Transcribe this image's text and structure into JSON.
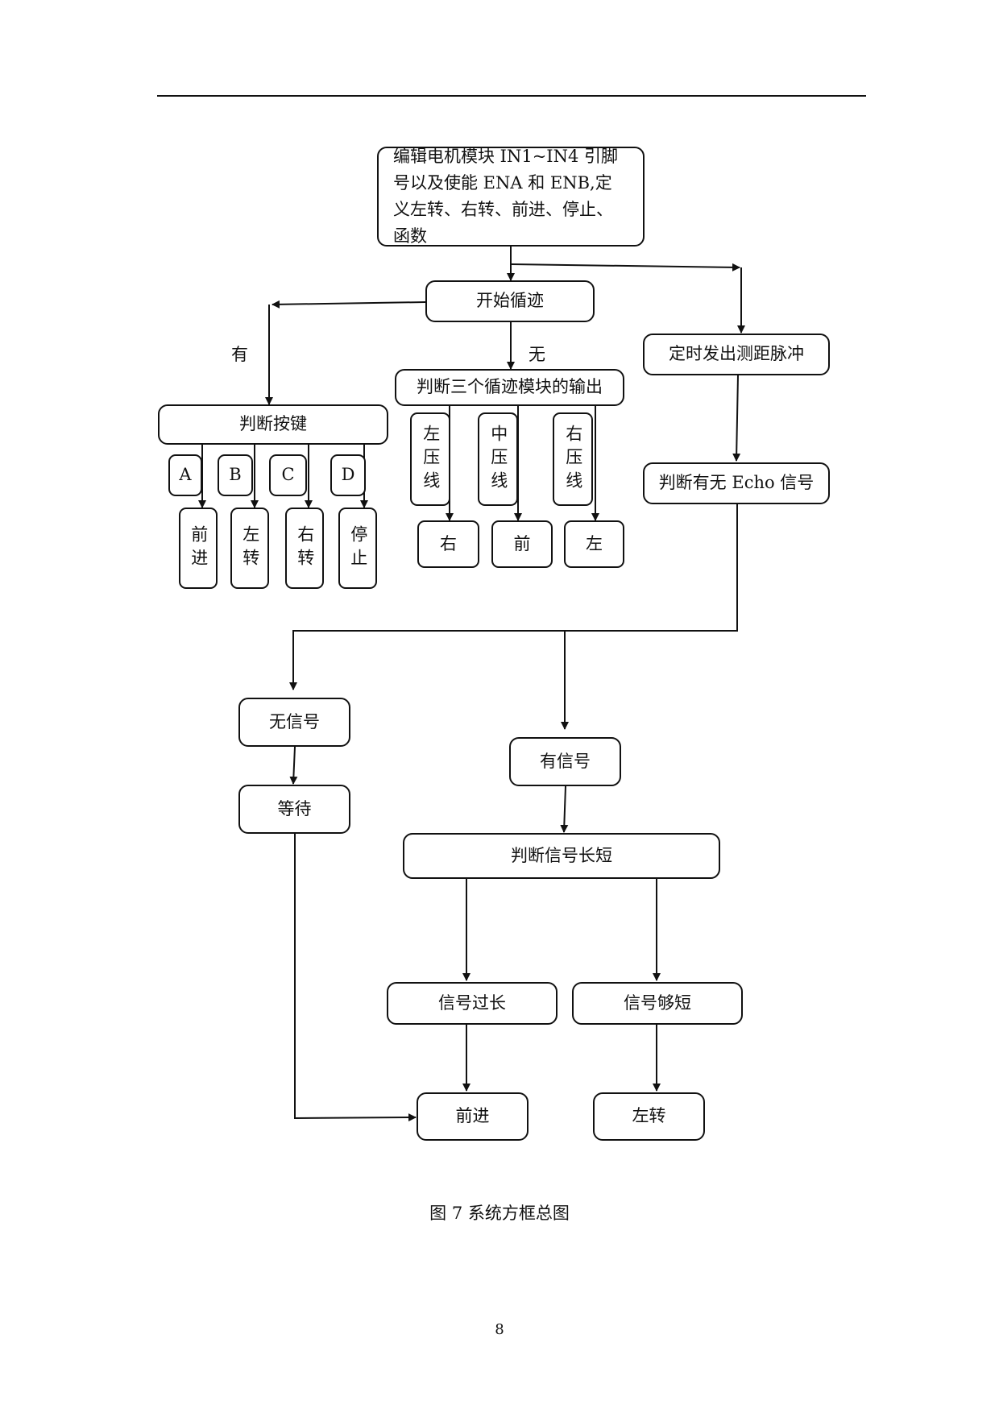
{
  "header_rule": true,
  "diagram": {
    "main_box": "编辑电机模块 IN1~IN4 引脚号以及使能 ENA 和 ENB,定义左转、右转、前进、停止、函数",
    "start_tracking": "开始循迹",
    "edge_yes": "有",
    "edge_no": "无",
    "judge_keys": "判断按键",
    "keys": [
      "A",
      "B",
      "C",
      "D"
    ],
    "key_actions": [
      "前进",
      "左转",
      "右转",
      "停止"
    ],
    "judge_tracking": "判断三个循迹模块的输出",
    "sensors": [
      "左压线",
      "中压线",
      "右压线"
    ],
    "sensor_actions": [
      "右",
      "前",
      "左"
    ],
    "pulse": "定时发出测距脉冲",
    "judge_echo": "判断有无 Echo 信号",
    "no_signal": "无信号",
    "wait": "等待",
    "has_signal": "有信号",
    "judge_length": "判断信号长短",
    "too_long": "信号过长",
    "short_enough": "信号够短",
    "forward": "前进",
    "turn_left": "左转"
  },
  "caption": "图 7  系统方框总图",
  "page_number": "8"
}
